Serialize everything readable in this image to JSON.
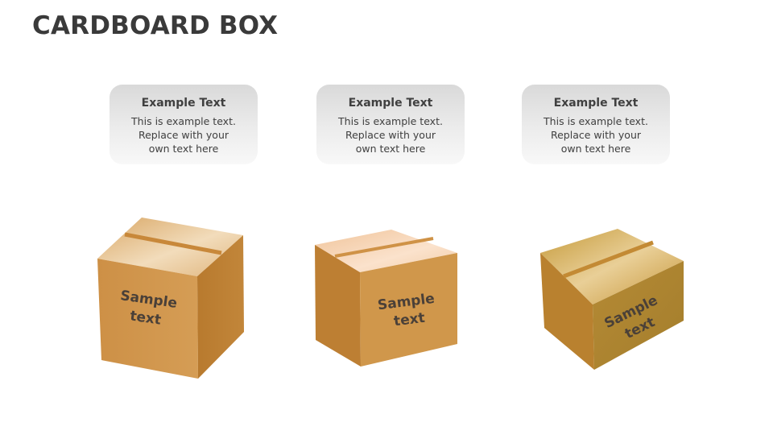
{
  "title": "CARDBOARD BOX",
  "cards": [
    {
      "heading": "Example Text",
      "body": "This is example text. Replace with your own text here"
    },
    {
      "heading": "Example Text",
      "body": "This is example text. Replace with your own text here"
    },
    {
      "heading": "Example Text",
      "body": "This is example text. Replace with your own text here"
    }
  ],
  "boxes": [
    {
      "label_line1": "Sample",
      "label_line2": "text"
    },
    {
      "label_line1": "Sample",
      "label_line2": "text"
    },
    {
      "label_line1": "Sample",
      "label_line2": "text"
    }
  ],
  "colors": {
    "box_front": "#cf9448",
    "box_side": "#b57a30",
    "box_top": "#e9c493",
    "tape": "#c98a3c",
    "card_top": "#d9d9d9",
    "card_bottom": "#f8f8f8",
    "title": "#3a3a3a"
  }
}
